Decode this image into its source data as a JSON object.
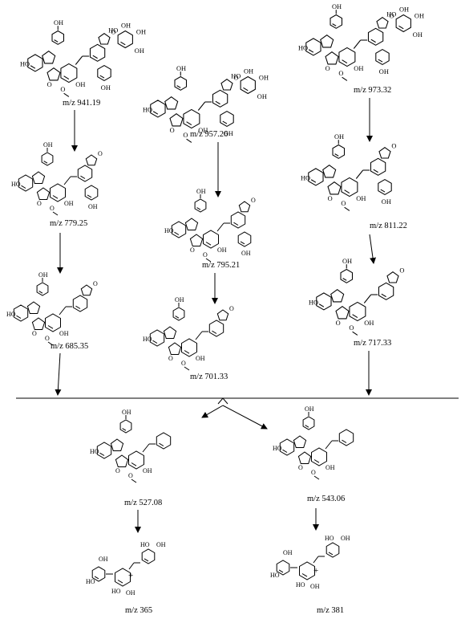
{
  "compounds": [
    {
      "id": "c941",
      "mz": "m/z 941.19"
    },
    {
      "id": "c957",
      "mz": "m/z 957.26"
    },
    {
      "id": "c973",
      "mz": "m/z 973.32"
    },
    {
      "id": "c779",
      "mz": "m/z 779.25"
    },
    {
      "id": "c795",
      "mz": "m/z 795.21"
    },
    {
      "id": "c811",
      "mz": "m/z 811.22"
    },
    {
      "id": "c685",
      "mz": "m/z 685.35"
    },
    {
      "id": "c701",
      "mz": "m/z 701.33"
    },
    {
      "id": "c717",
      "mz": "m/z 717.33"
    },
    {
      "id": "c527",
      "mz": "m/z 527.08"
    },
    {
      "id": "c543",
      "mz": "m/z 543.06"
    },
    {
      "id": "c365",
      "mz": "m/z 365"
    },
    {
      "id": "c381",
      "mz": "m/z 381"
    }
  ],
  "atom_labels": {
    "oh": "OH",
    "ho": "HO",
    "o": "O",
    "methoxy": "O"
  },
  "plus_sign": "+"
}
